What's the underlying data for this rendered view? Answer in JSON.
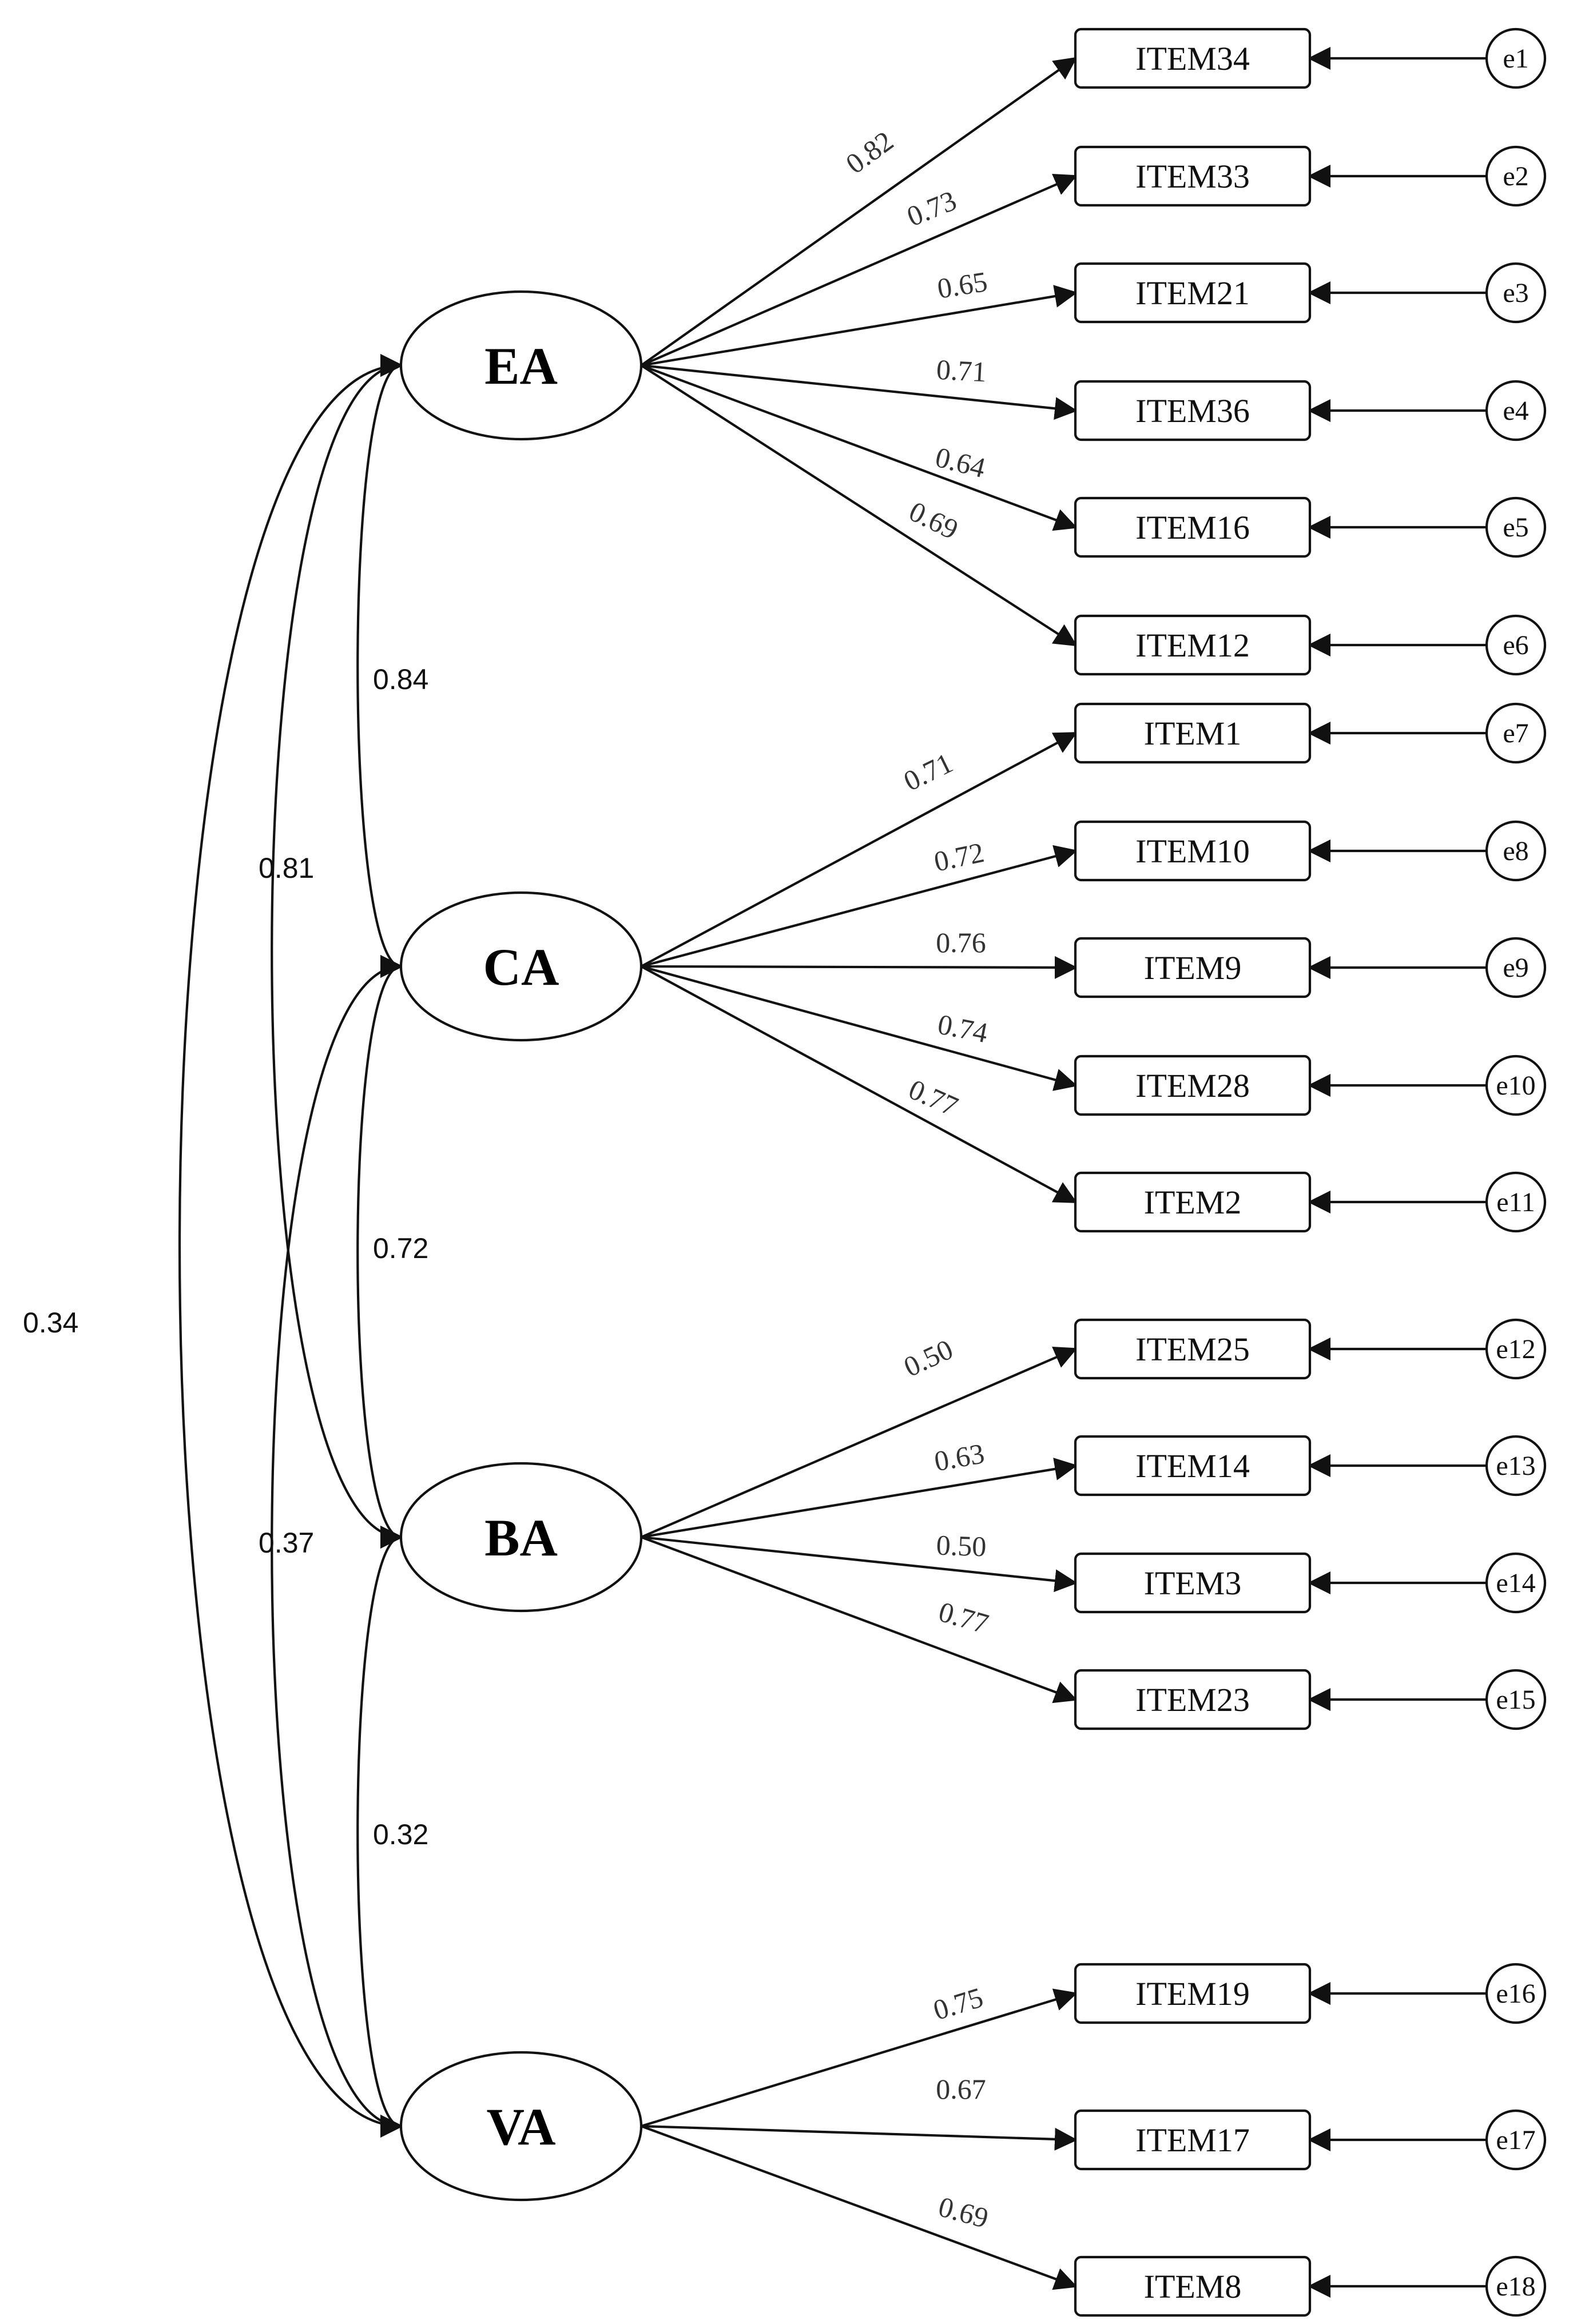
{
  "latent_factors": [
    {
      "id": "EA",
      "label": "EA"
    },
    {
      "id": "CA",
      "label": "CA"
    },
    {
      "id": "BA",
      "label": "BA"
    },
    {
      "id": "VA",
      "label": "VA"
    }
  ],
  "items": [
    {
      "label": "ITEM34",
      "error": "e1",
      "factor": "EA",
      "loading": "0.82"
    },
    {
      "label": "ITEM33",
      "error": "e2",
      "factor": "EA",
      "loading": "0.73"
    },
    {
      "label": "ITEM21",
      "error": "e3",
      "factor": "EA",
      "loading": "0.65"
    },
    {
      "label": "ITEM36",
      "error": "e4",
      "factor": "EA",
      "loading": "0.71"
    },
    {
      "label": "ITEM16",
      "error": "e5",
      "factor": "EA",
      "loading": "0.64"
    },
    {
      "label": "ITEM12",
      "error": "e6",
      "factor": "EA",
      "loading": "0.69"
    },
    {
      "label": "ITEM1",
      "error": "e7",
      "factor": "CA",
      "loading": "0.71"
    },
    {
      "label": "ITEM10",
      "error": "e8",
      "factor": "CA",
      "loading": "0.72"
    },
    {
      "label": "ITEM9",
      "error": "e9",
      "factor": "CA",
      "loading": "0.76"
    },
    {
      "label": "ITEM28",
      "error": "e10",
      "factor": "CA",
      "loading": "0.74"
    },
    {
      "label": "ITEM2",
      "error": "e11",
      "factor": "CA",
      "loading": "0.77"
    },
    {
      "label": "ITEM25",
      "error": "e12",
      "factor": "BA",
      "loading": "0.50"
    },
    {
      "label": "ITEM14",
      "error": "e13",
      "factor": "BA",
      "loading": "0.63"
    },
    {
      "label": "ITEM3",
      "error": "e14",
      "factor": "BA",
      "loading": "0.50"
    },
    {
      "label": "ITEM23",
      "error": "e15",
      "factor": "BA",
      "loading": "0.77"
    },
    {
      "label": "ITEM19",
      "error": "e16",
      "factor": "VA",
      "loading": "0.75"
    },
    {
      "label": "ITEM17",
      "error": "e17",
      "factor": "VA",
      "loading": "0.67"
    },
    {
      "label": "ITEM8",
      "error": "e18",
      "factor": "VA",
      "loading": "0.69"
    }
  ],
  "correlations": [
    {
      "from": "EA",
      "to": "CA",
      "value": "0.84"
    },
    {
      "from": "EA",
      "to": "BA",
      "value": "0.81"
    },
    {
      "from": "EA",
      "to": "VA",
      "value": "0.34"
    },
    {
      "from": "CA",
      "to": "BA",
      "value": "0.72"
    },
    {
      "from": "CA",
      "to": "VA",
      "value": "0.37"
    },
    {
      "from": "BA",
      "to": "VA",
      "value": "0.32"
    }
  ],
  "colors": {
    "line": "#111111",
    "background": "#ffffff"
  }
}
